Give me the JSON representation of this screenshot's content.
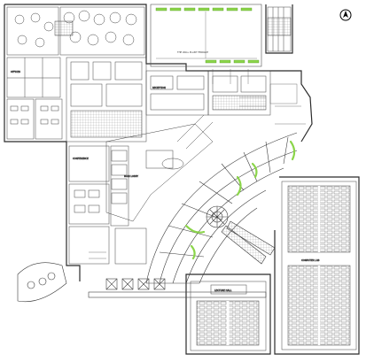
{
  "diagram": {
    "type": "architectural floor plan",
    "line_color": "#3a3a3a",
    "accent_color": "#8bd54a",
    "background": "#ffffff",
    "north_arrow_icon": "north-arrow-icon",
    "visible_labels": {
      "top_band": "THE WALL PLANT TERRACE",
      "main_lobby": "MAIN LOBBY",
      "conference": "CONFERENCE",
      "lecture_hall": "LECTURE HALL",
      "computer_lab": "COMPUTER LAB",
      "offices": "OFFICES",
      "reception": "RECEPTION"
    }
  }
}
